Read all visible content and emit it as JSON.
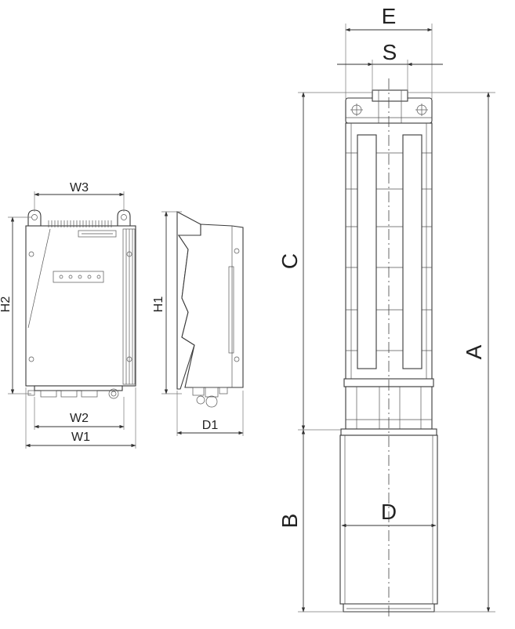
{
  "labels": {
    "E": "E",
    "S": "S",
    "C": "C",
    "A": "A",
    "B": "B",
    "D": "D",
    "W3": "W3",
    "W2": "W2",
    "W1": "W1",
    "H2": "H2",
    "H1": "H1",
    "D1": "D1"
  }
}
